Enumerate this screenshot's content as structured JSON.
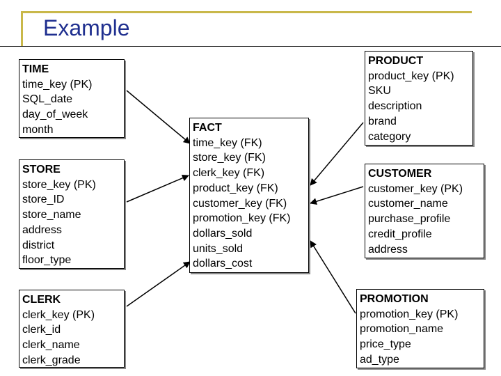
{
  "title": "Example",
  "tables": {
    "time": {
      "name": "TIME",
      "fields": [
        "time_key (PK)",
        "SQL_date",
        "day_of_week",
        "month"
      ]
    },
    "store": {
      "name": "STORE",
      "fields": [
        "store_key (PK)",
        "store_ID",
        "store_name",
        "address",
        "district",
        "floor_type"
      ]
    },
    "clerk": {
      "name": "CLERK",
      "fields": [
        "clerk_key (PK)",
        "clerk_id",
        "clerk_name",
        "clerk_grade"
      ]
    },
    "fact": {
      "name": "FACT",
      "fields": [
        "time_key (FK)",
        "store_key (FK)",
        "clerk_key (FK)",
        "product_key (FK)",
        "customer_key (FK)",
        "promotion_key (FK)",
        "dollars_sold",
        "units_sold",
        "dollars_cost"
      ]
    },
    "product": {
      "name": "PRODUCT",
      "fields": [
        "product_key (PK)",
        "SKU",
        "description",
        "brand",
        "category"
      ]
    },
    "customer": {
      "name": "CUSTOMER",
      "fields": [
        "customer_key (PK)",
        "customer_name",
        "purchase_profile",
        "credit_profile",
        "address"
      ]
    },
    "promotion": {
      "name": "PROMOTION",
      "fields": [
        "promotion_key (PK)",
        "promotion_name",
        "price_type",
        "ad_type"
      ]
    }
  },
  "colors": {
    "title": "#1f2f8f",
    "frame": "#c9b84a"
  }
}
